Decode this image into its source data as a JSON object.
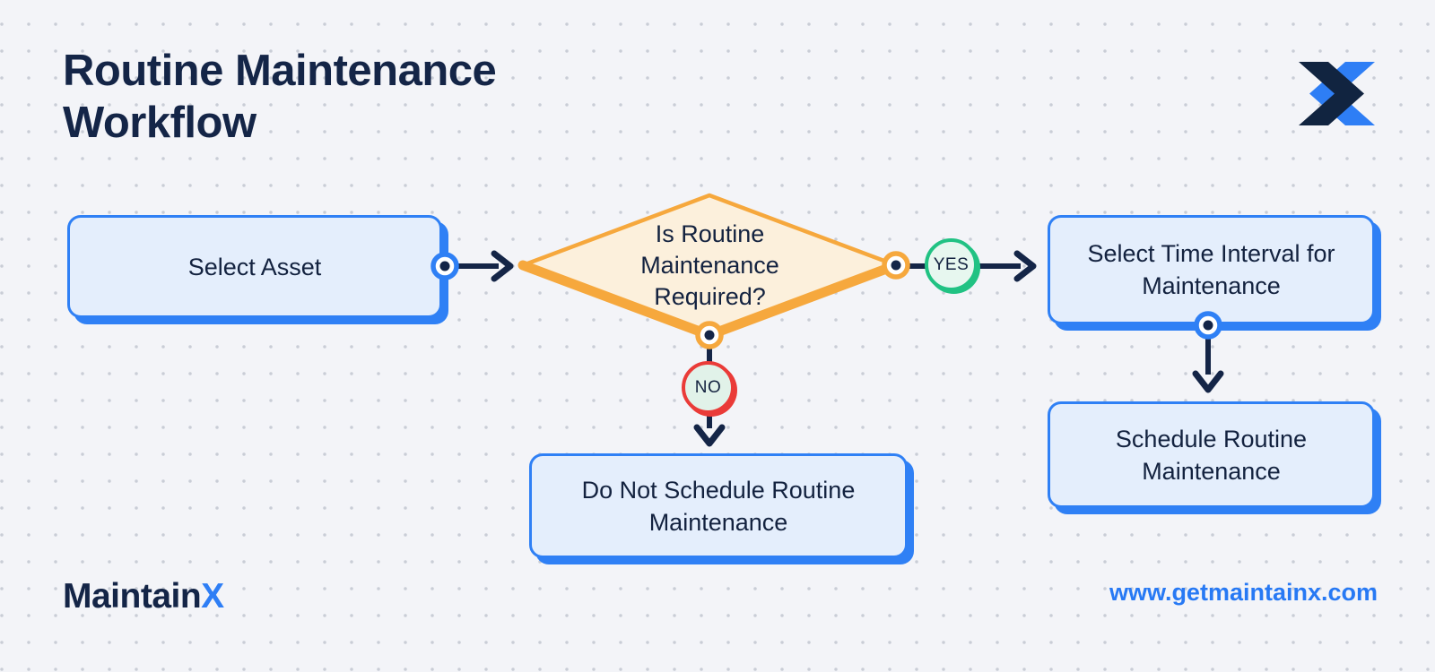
{
  "header": {
    "title": "Routine Maintenance Workflow"
  },
  "flow": {
    "select_asset": "Select Asset",
    "decision": "Is Routine Maintenance Required?",
    "yes": "YES",
    "no": "NO",
    "time_interval": "Select Time Interval for Maintenance",
    "schedule": "Schedule Routine Maintenance",
    "do_not_schedule": "Do Not Schedule Routine Maintenance"
  },
  "footer": {
    "brand_prefix": "Maintain",
    "brand_suffix": "X",
    "url": "www.getmaintainx.com"
  },
  "colors": {
    "background": "#f3f4f8",
    "grid_dot": "#c9cdd6",
    "navy": "#142547",
    "box_fill": "#e4eefc",
    "box_border": "#2f80f5",
    "diamond_fill": "#fcf0dc",
    "diamond_border": "#f6a83d",
    "yes_green": "#21c283",
    "yes_fill": "#e7f7ef",
    "no_red": "#ea3b38",
    "no_fill": "#e1f2e9",
    "url_blue": "#2779f4",
    "logo_blue": "#2e7ef5",
    "logo_navy": "#112440"
  }
}
